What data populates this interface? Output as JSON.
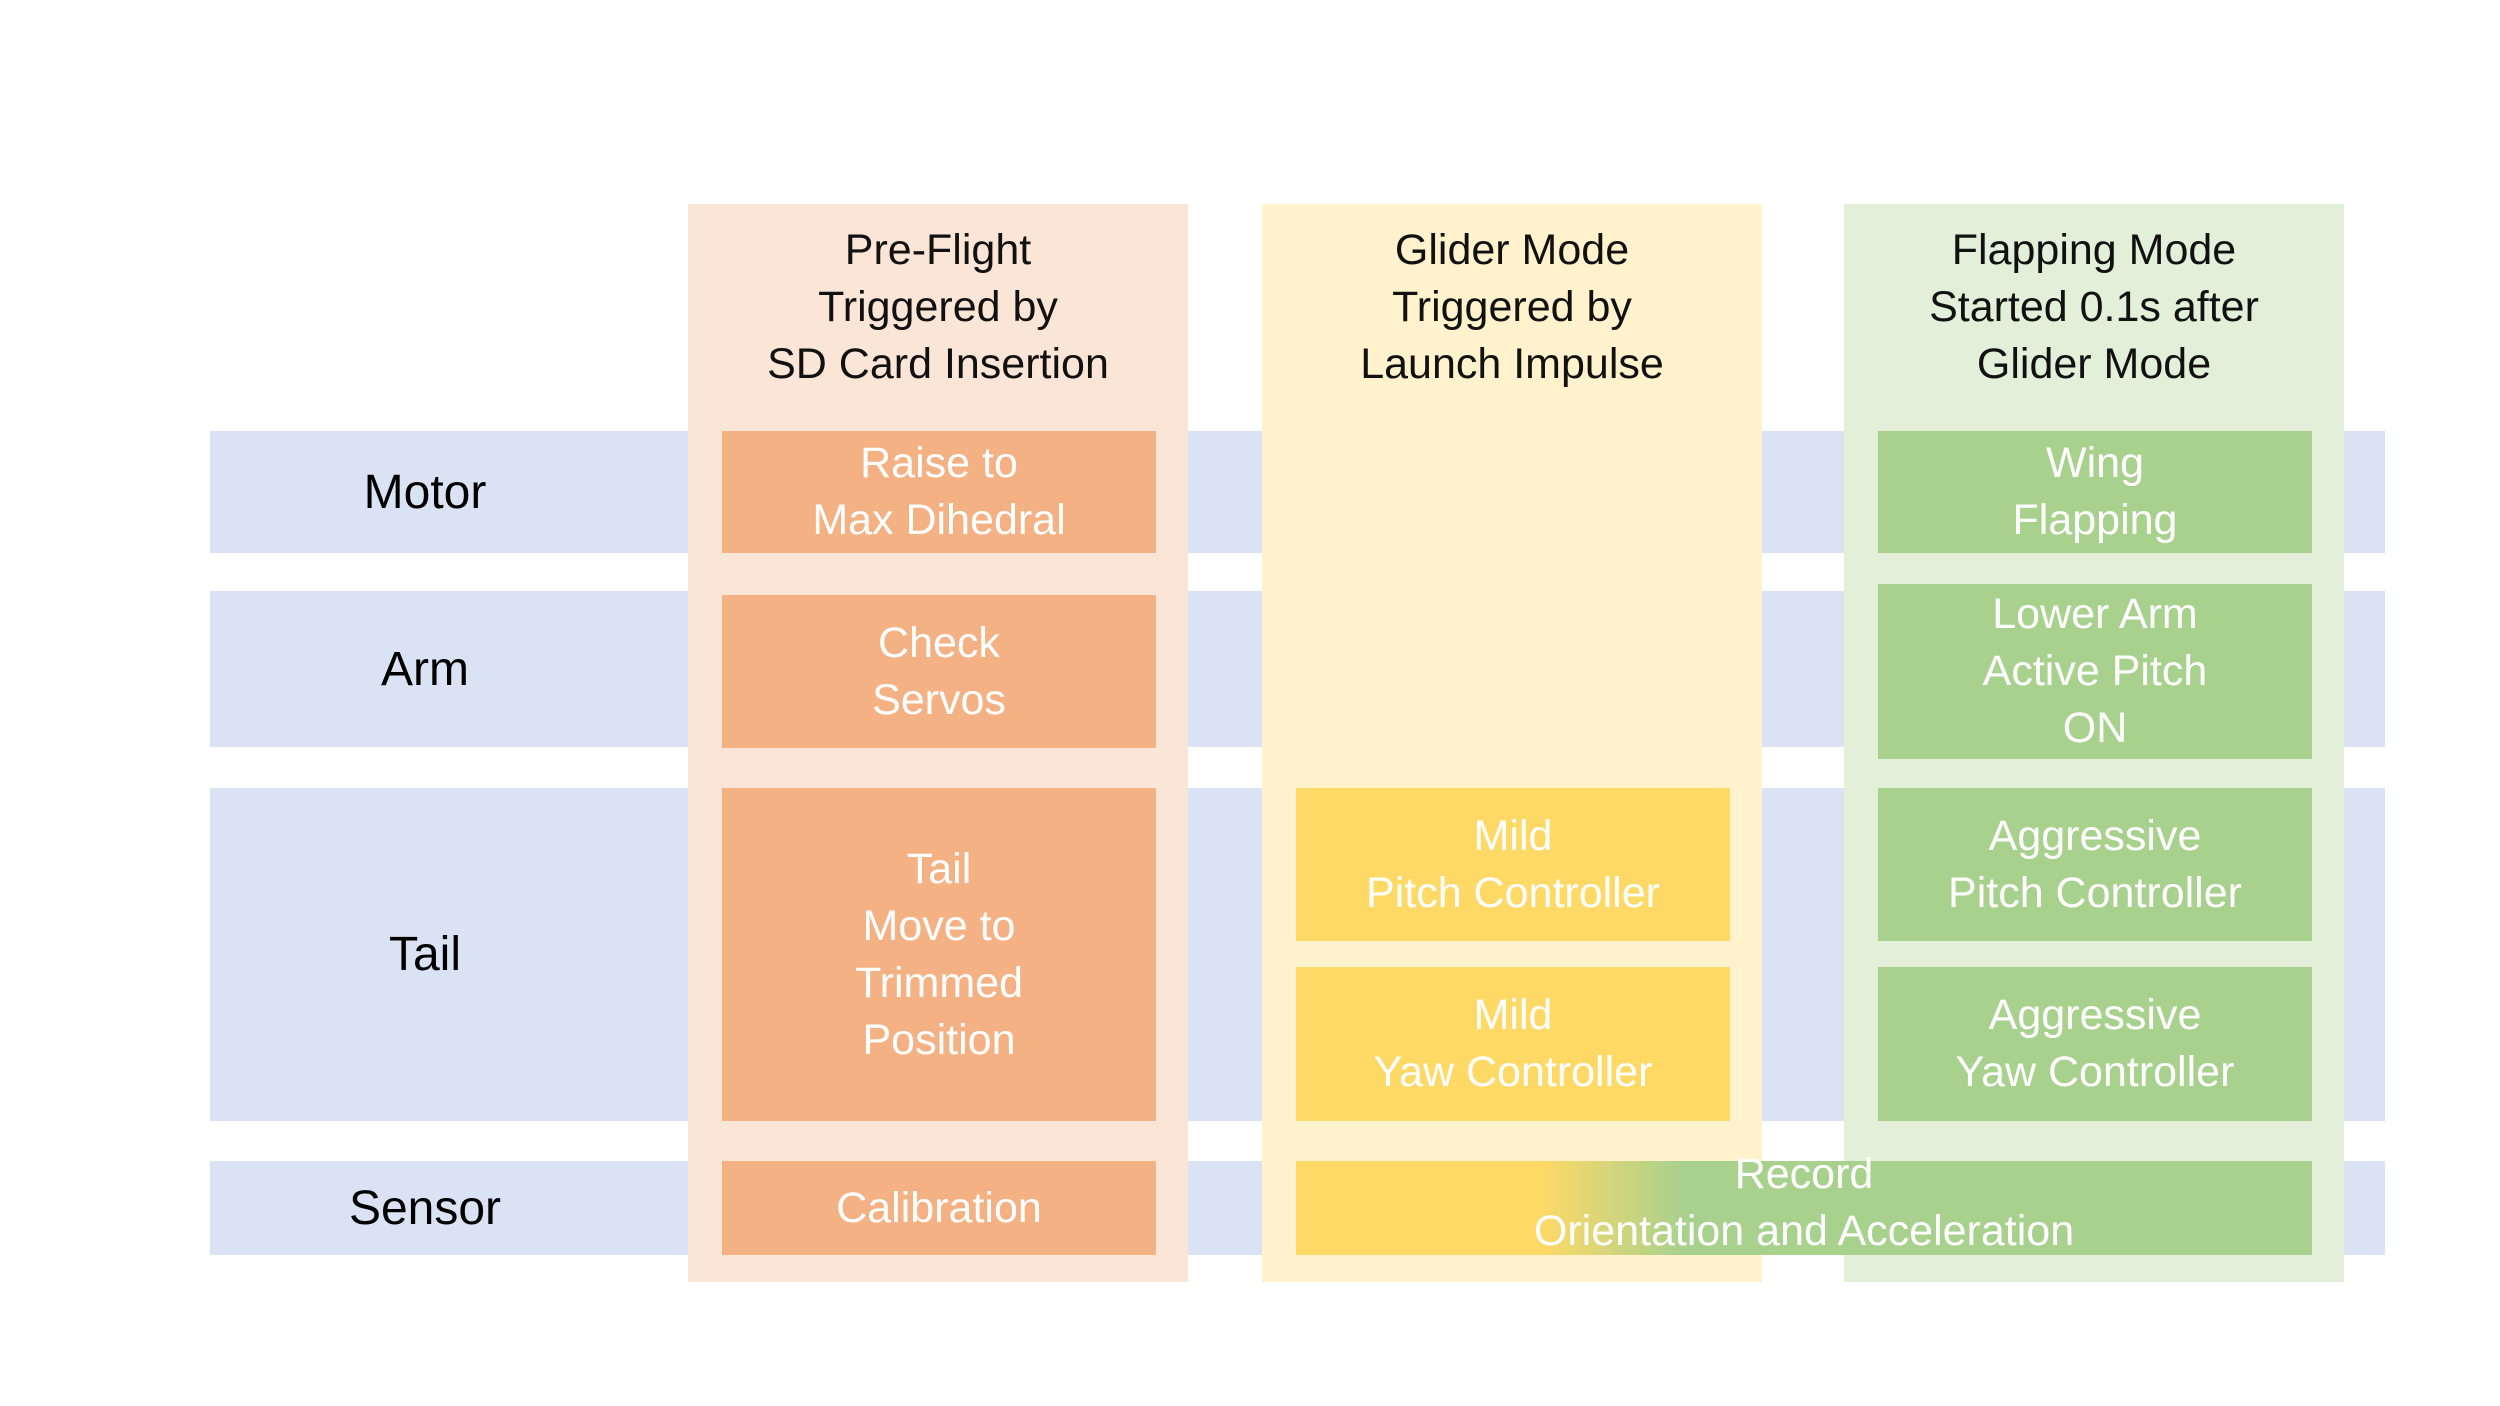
{
  "rows": {
    "motor": "Motor",
    "arm": "Arm",
    "tail": "Tail",
    "sensor": "Sensor"
  },
  "columns": {
    "preflight": {
      "title": [
        "Pre-Flight",
        "Triggered by",
        "SD Card Insertion"
      ],
      "color": "#fbe5d6",
      "box_color": "#f4b183"
    },
    "glider": {
      "title": [
        "Glider Mode",
        "Triggered by",
        "Launch Impulse"
      ],
      "color": "#fff2cc",
      "box_color": "#ffd966"
    },
    "flapping": {
      "title": [
        "Flapping Mode",
        "Started 0.1s after",
        "Glider Mode"
      ],
      "color": "#e2f0d9",
      "box_color": "#a9d18e"
    }
  },
  "cells": {
    "raise_max_dihedral": [
      "Raise to",
      "Max Dihedral"
    ],
    "check_servos": [
      "Check",
      "Servos"
    ],
    "tail_move_trimmed": [
      "Tail",
      "Move to",
      "Trimmed",
      "Position"
    ],
    "calibration": [
      "Calibration"
    ],
    "mild_pitch": [
      "Mild",
      "Pitch Controller"
    ],
    "mild_yaw": [
      "Mild",
      "Yaw Controller"
    ],
    "wing_flapping": [
      "Wing",
      "Flapping"
    ],
    "lower_arm_active_pitch": [
      "Lower Arm",
      "Active Pitch",
      "ON"
    ],
    "aggressive_pitch": [
      "Aggressive",
      "Pitch Controller"
    ],
    "aggressive_yaw": [
      "Aggressive",
      "Yaw Controller"
    ],
    "record": [
      "Record",
      "Orientation and Acceleration"
    ]
  },
  "colors": {
    "row_band": "#dae3f3",
    "box_text": "#ffffff"
  }
}
